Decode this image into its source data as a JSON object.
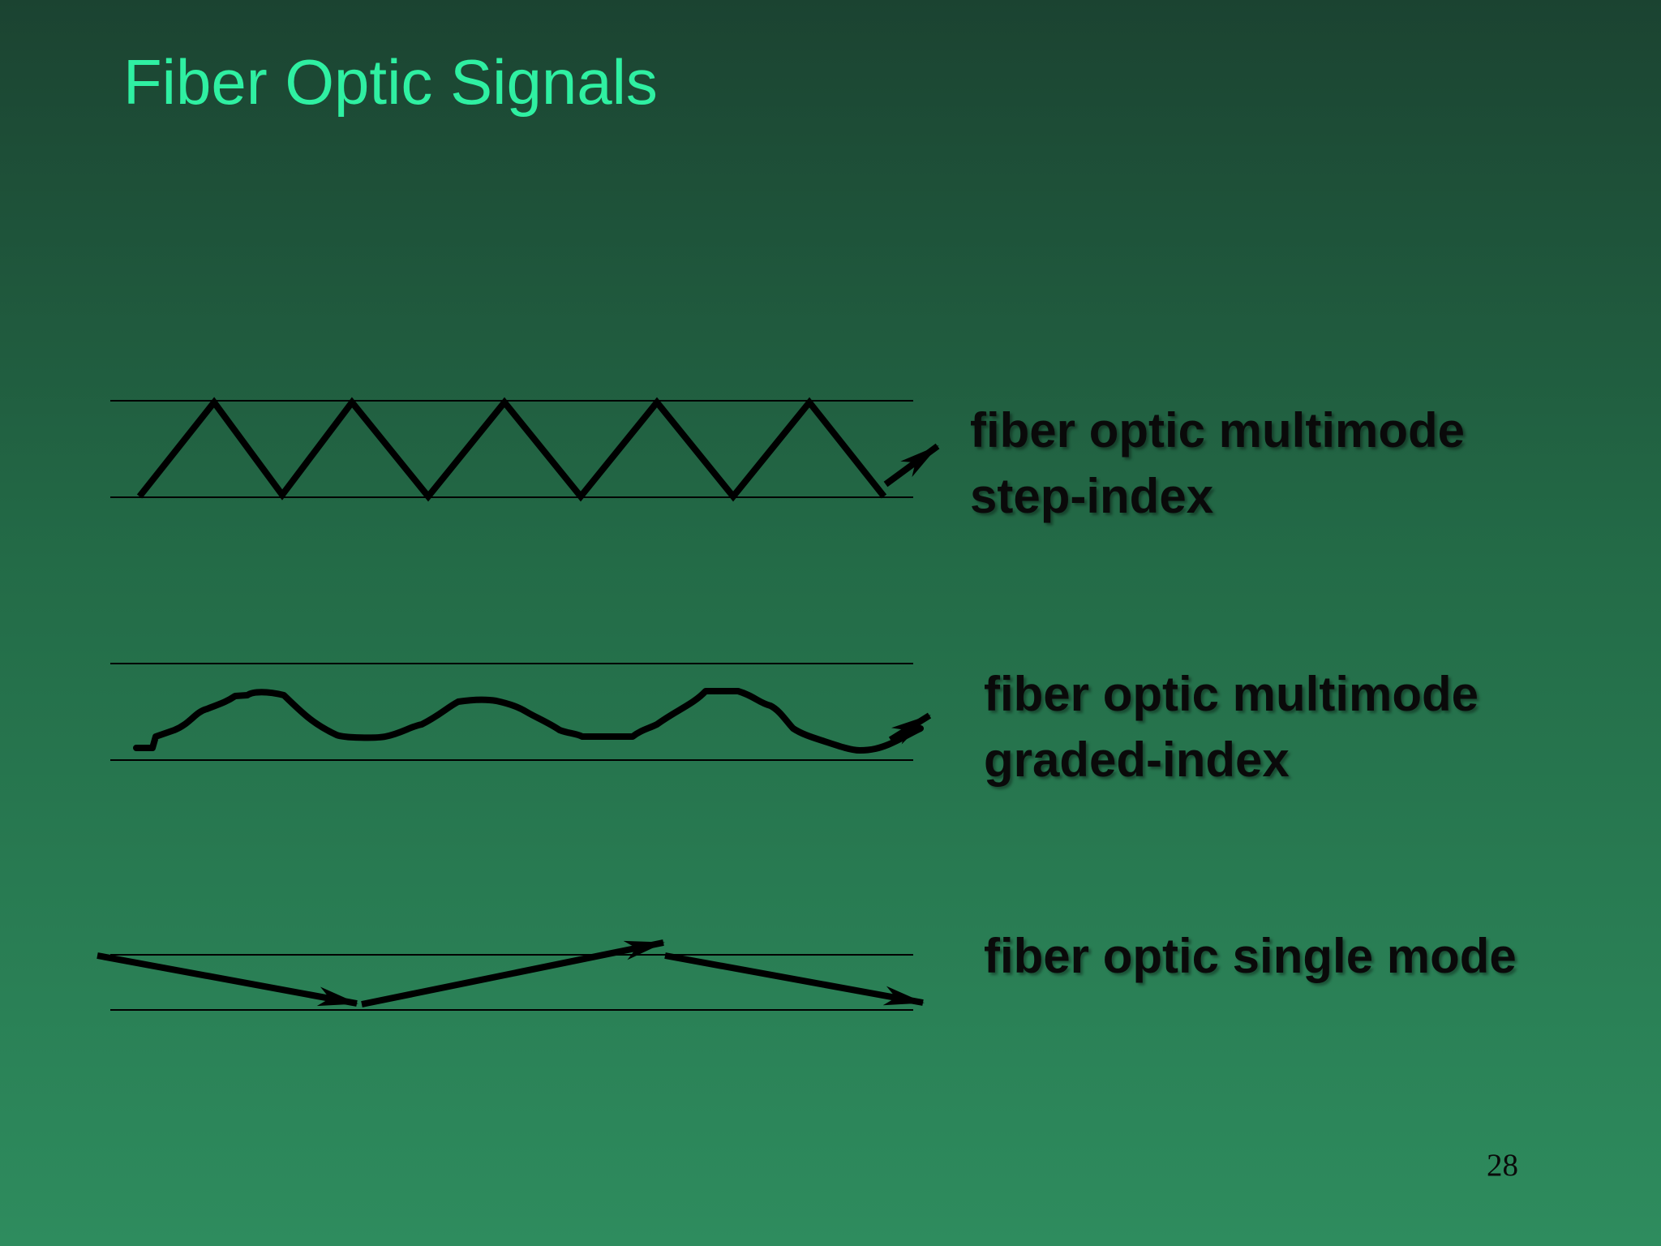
{
  "slide": {
    "title": "Fiber Optic Signals",
    "page_number": "28"
  },
  "modes": [
    {
      "line1": "fiber optic multimode",
      "line2": "step-index"
    },
    {
      "line1": "fiber optic multimode",
      "line2": "graded-index"
    },
    {
      "line1": "fiber optic single mode"
    }
  ],
  "colors": {
    "title": "#2ff0a2",
    "background_top": "#1b4331",
    "background_bottom": "#2e8c5e",
    "ink": "#0a0a0a"
  }
}
